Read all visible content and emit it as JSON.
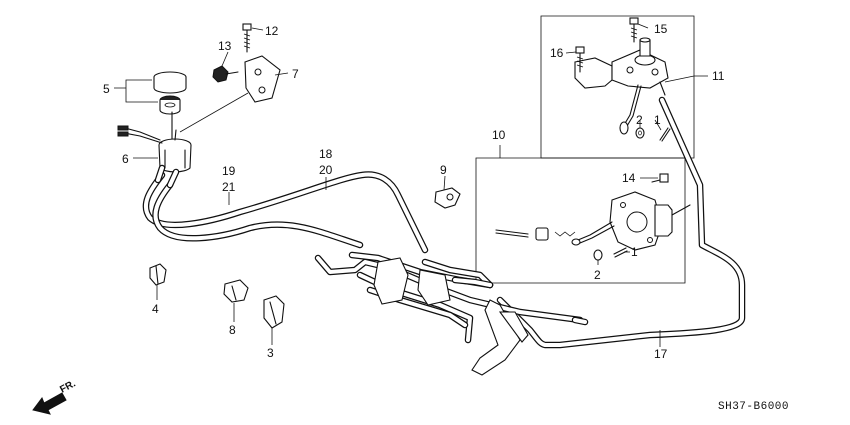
{
  "callouts": {
    "c1a": "1",
    "c1b": "1",
    "c2a": "2",
    "c2b": "2",
    "c3": "3",
    "c4": "4",
    "c5": "5",
    "c6": "6",
    "c7": "7",
    "c8": "8",
    "c9": "9",
    "c10": "10",
    "c11": "11",
    "c12": "12",
    "c13": "13",
    "c14": "14",
    "c15": "15",
    "c16": "16",
    "c17": "17",
    "c18": "18",
    "c19": "19",
    "c20": "20",
    "c21": "21"
  },
  "diagram_code": "SH37-B6000",
  "direction_label": "FR."
}
